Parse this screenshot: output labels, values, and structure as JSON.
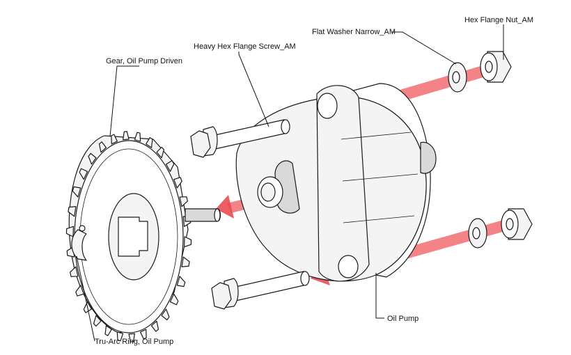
{
  "callouts": {
    "gear": "Gear, Oil Pump Driven",
    "screw": "Heavy Hex Flange Screw_AM",
    "washer": "Flat Washer Narrow_AM",
    "nut": "Hex Flange Nut_AM",
    "pump": "Oil Pump",
    "ring": "Tru-Arc Ring, Oil Pump"
  },
  "colors": {
    "assembly_arrow": "#f26d72",
    "line": "#1a1a1a",
    "background": "#ffffff"
  }
}
